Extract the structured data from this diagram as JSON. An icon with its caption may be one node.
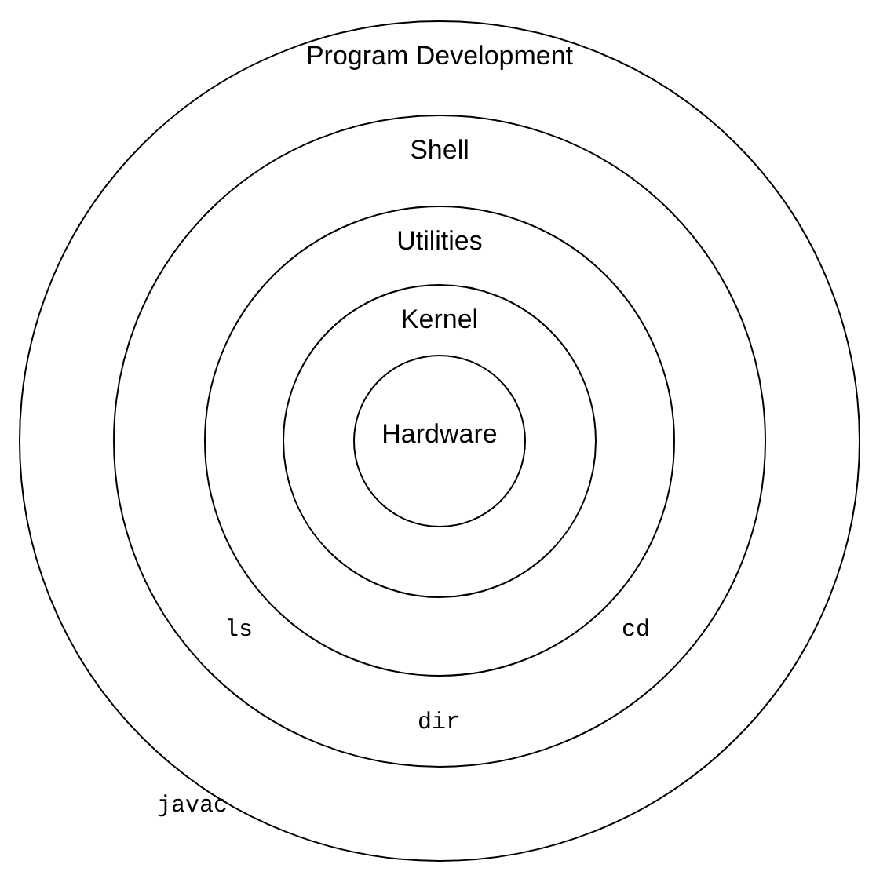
{
  "diagram": {
    "nodes": [
      {
        "text": [
          "Program Development"
        ]
      },
      {
        "text": [
          "Shell"
        ],
        "in": 0
      },
      {
        "text": [
          "Utilities"
        ],
        "in": 1
      },
      {
        "text": [
          "Kernel"
        ],
        "in": 2
      },
      {
        "text": [
          "Hardware"
        ],
        "in": 3
      }
    ],
    "labels": [
      "ls",
      "cd",
      "dir",
      "javac"
    ]
  }
}
